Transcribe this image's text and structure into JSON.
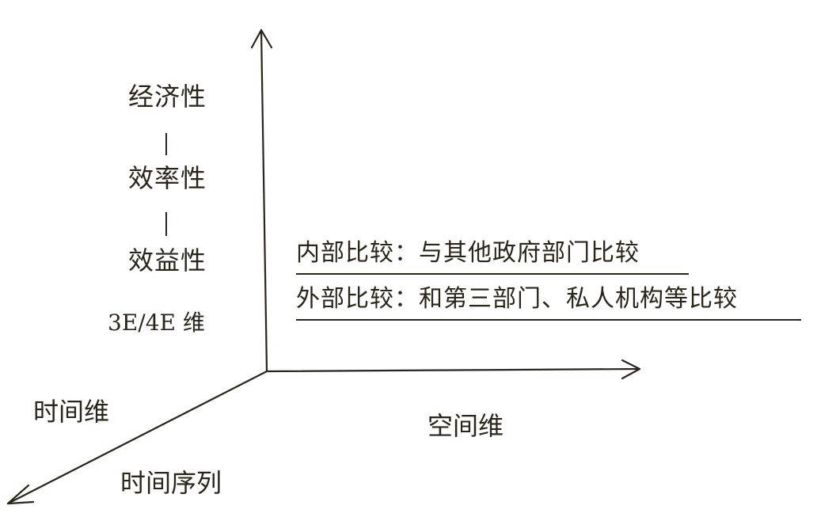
{
  "diagram": {
    "vertical_axis": {
      "items": [
        "经济性",
        "效率性",
        "效益性"
      ],
      "label": "3E/4E 维"
    },
    "comparisons": {
      "internal": "内部比较：与其他政府部门比较",
      "external": "外部比较：和第三部门、私人机构等比较"
    },
    "horizontal_axis": {
      "label": "空间维"
    },
    "time_axis": {
      "label": "时间维",
      "sublabel": "时间序列"
    },
    "colors": {
      "ink": "#2b2418",
      "background": "#ffffff"
    }
  }
}
